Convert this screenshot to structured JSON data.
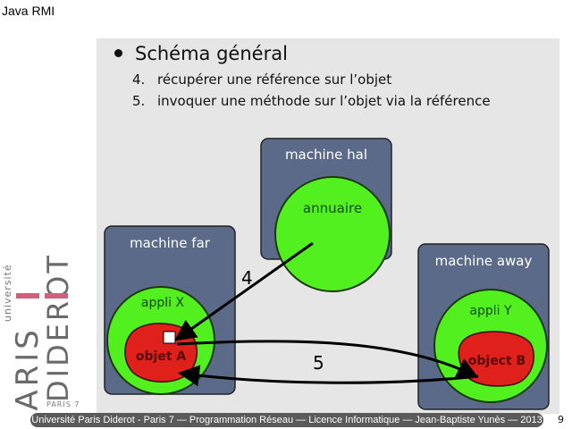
{
  "header": {
    "title": "Java RMI"
  },
  "slide": {
    "bullet": "Schéma général",
    "items": [
      {
        "num": "4.",
        "text": "récupérer une référence sur l’objet"
      },
      {
        "num": "5.",
        "text": "invoquer une méthode sur l’objet via la référence"
      }
    ]
  },
  "diagram": {
    "machines": [
      {
        "label": "machine hal"
      },
      {
        "label": "machine far"
      },
      {
        "label": "machine away"
      }
    ],
    "annuaire": "annuaire",
    "appli_x": "appli X",
    "appli_y": "appli Y",
    "objet_a": "objet A",
    "object_b": "object B",
    "arrow_4": "4",
    "arrow_5": "5",
    "colors": {
      "machine": "#5a6a88",
      "app": "#52f01e",
      "object": "#e0201a"
    }
  },
  "logo": {
    "text": "université PARIS DIDEROT PARIS 7"
  },
  "footer": {
    "text": "Université Paris Diderot - Paris 7 — Programmation Réseau — Licence Informatique — Jean-Baptiste Yunès — 2013",
    "page": "9"
  }
}
